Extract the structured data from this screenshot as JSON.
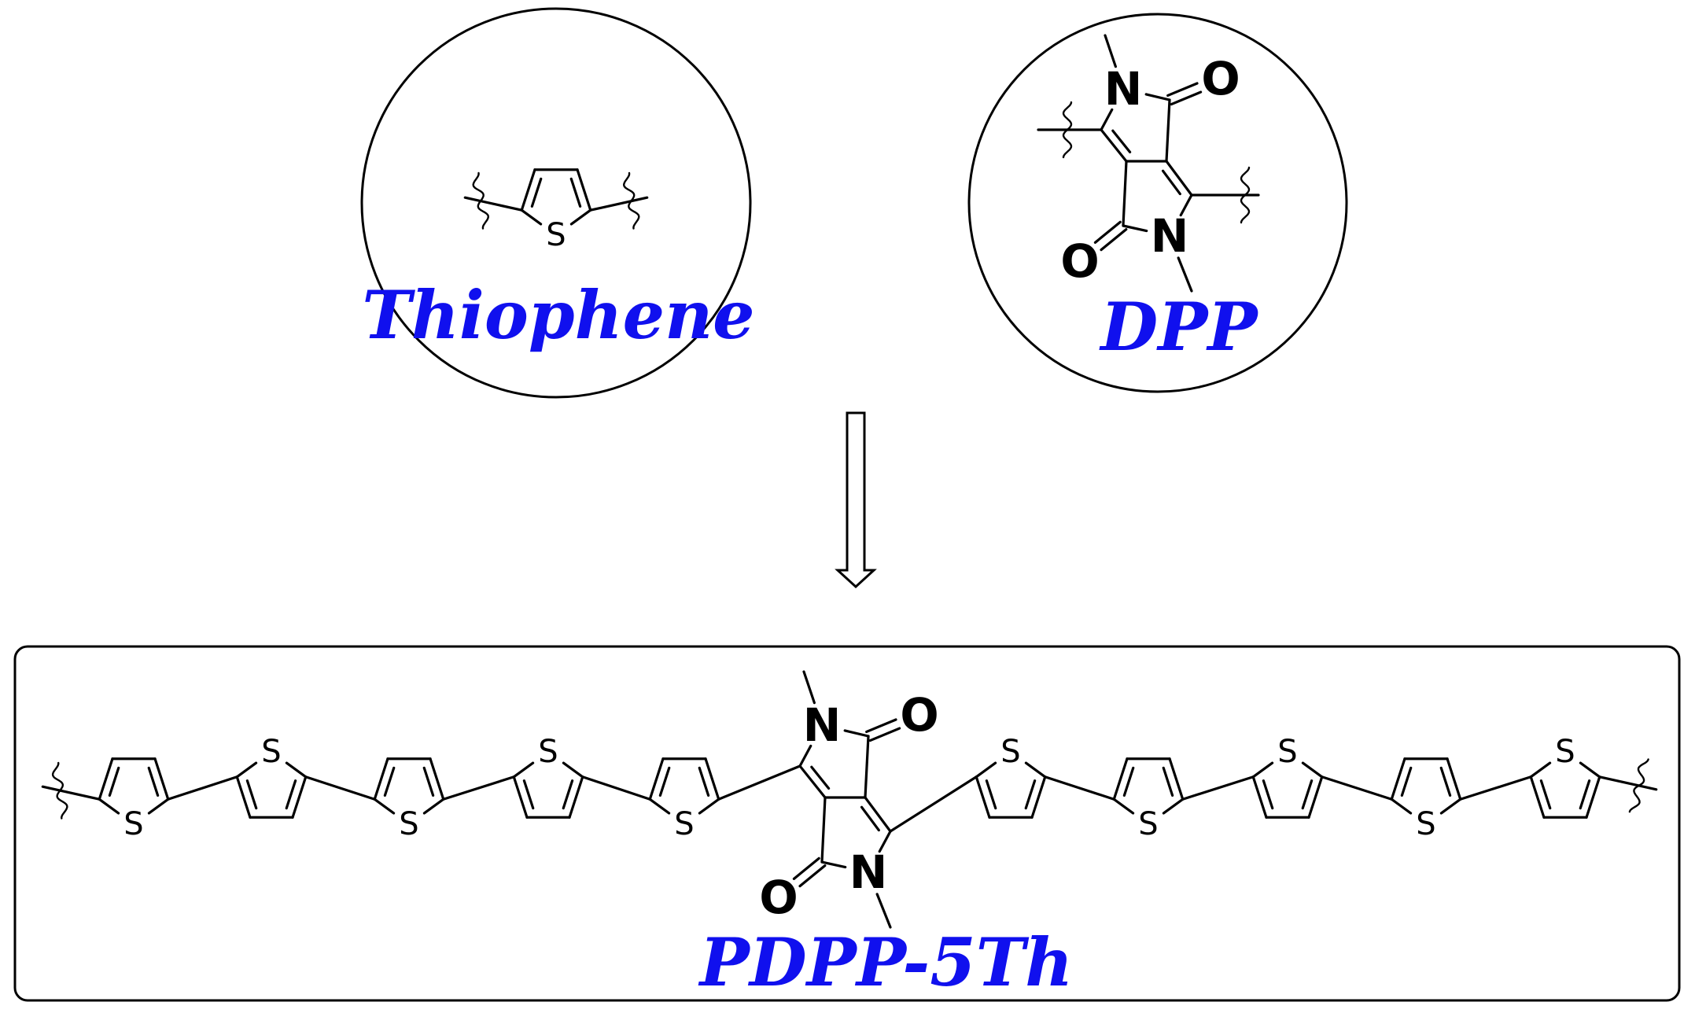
{
  "labels": {
    "thiophene": "Thiophene",
    "dpp": "DPP",
    "product": "PDPP-5Th"
  },
  "atoms": {
    "sulfur": "S",
    "nitrogen": "N",
    "oxygen": "O"
  },
  "colors": {
    "label": "#1010ee",
    "line": "#000000"
  }
}
